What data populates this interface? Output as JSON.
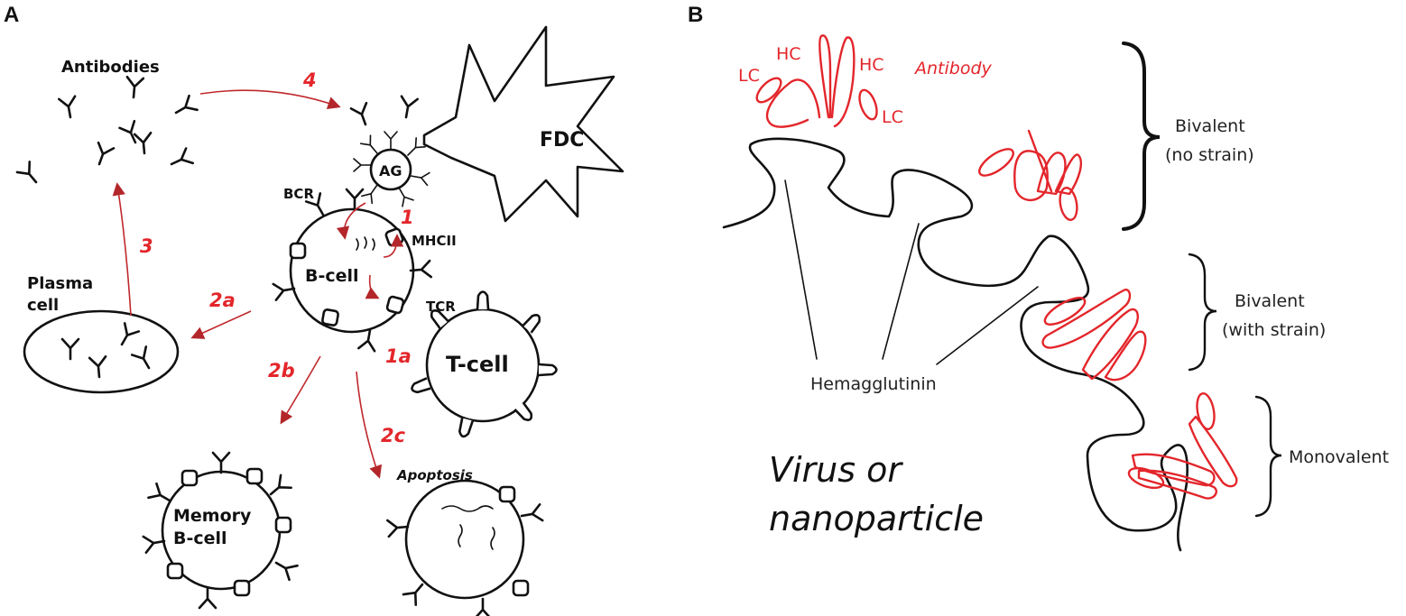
{
  "panels": {
    "a": "A",
    "b": "B"
  },
  "colors": {
    "ink": "#111111",
    "accent": "#e3262b"
  },
  "panel_a": {
    "antibodies": "Antibodies",
    "fdc": "FDC",
    "ag": "AG",
    "bcr": "BCR",
    "mhcii": "MHCII",
    "b_cell": "B-cell",
    "tcr": "TCR",
    "t_cell": "T-cell",
    "plasma_cell_line1": "Plasma",
    "plasma_cell_line2": "cell",
    "memory_line1": "Memory",
    "memory_line2": "B-cell",
    "apoptosis": "Apoptosis",
    "steps": {
      "s1": "1",
      "s1a": "1a",
      "s2a": "2a",
      "s2b": "2b",
      "s2c": "2c",
      "s3": "3",
      "s4": "4"
    }
  },
  "panel_b": {
    "hc_left": "HC",
    "hc_right": "HC",
    "lc_left": "LC",
    "lc_right": "LC",
    "antibody": "Antibody",
    "hemagglutinin": "Hemagglutinin",
    "virus_line1": "Virus or",
    "virus_line2": "nanoparticle",
    "bivalent_no_strain_line1": "Bivalent",
    "bivalent_no_strain_line2": "(no strain)",
    "bivalent_strain_line1": "Bivalent",
    "bivalent_strain_line2": "(with strain)",
    "monovalent": "Monovalent"
  }
}
